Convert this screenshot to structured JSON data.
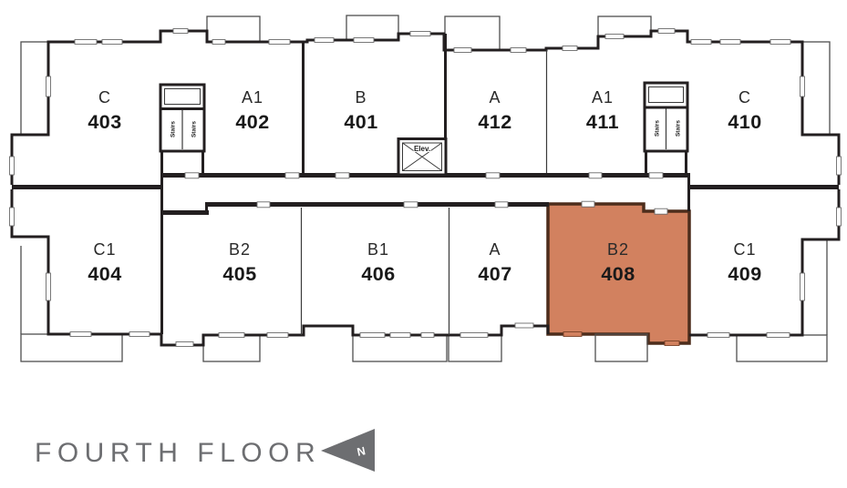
{
  "floor_plan": {
    "title": "FOURTH FLOOR",
    "compass_letter": "N",
    "labels": {
      "stairs": "Stairs",
      "elevator": "Elev."
    },
    "colors": {
      "wall": "#231f20",
      "label_text": "#2a2a2a",
      "number_text": "#191919",
      "title_text": "#6d6e71",
      "highlight_fill": "#d2815f",
      "highlight_border": "#4d2d1c",
      "highlight_type_text": "#9c5e3d",
      "highlight_number_text": "#8a4a2b"
    },
    "units": [
      {
        "id": "403",
        "type": "C",
        "number": "403",
        "highlighted": false
      },
      {
        "id": "402",
        "type": "A1",
        "number": "402",
        "highlighted": false
      },
      {
        "id": "401",
        "type": "B",
        "number": "401",
        "highlighted": false
      },
      {
        "id": "412",
        "type": "A",
        "number": "412",
        "highlighted": false
      },
      {
        "id": "411",
        "type": "A1",
        "number": "411",
        "highlighted": false
      },
      {
        "id": "410",
        "type": "C",
        "number": "410",
        "highlighted": false
      },
      {
        "id": "404",
        "type": "C1",
        "number": "404",
        "highlighted": false
      },
      {
        "id": "405",
        "type": "B2",
        "number": "405",
        "highlighted": false
      },
      {
        "id": "406",
        "type": "B1",
        "number": "406",
        "highlighted": false
      },
      {
        "id": "407",
        "type": "A",
        "number": "407",
        "highlighted": false
      },
      {
        "id": "408",
        "type": "B2",
        "number": "408",
        "highlighted": true
      },
      {
        "id": "409",
        "type": "C1",
        "number": "409",
        "highlighted": false
      }
    ]
  }
}
